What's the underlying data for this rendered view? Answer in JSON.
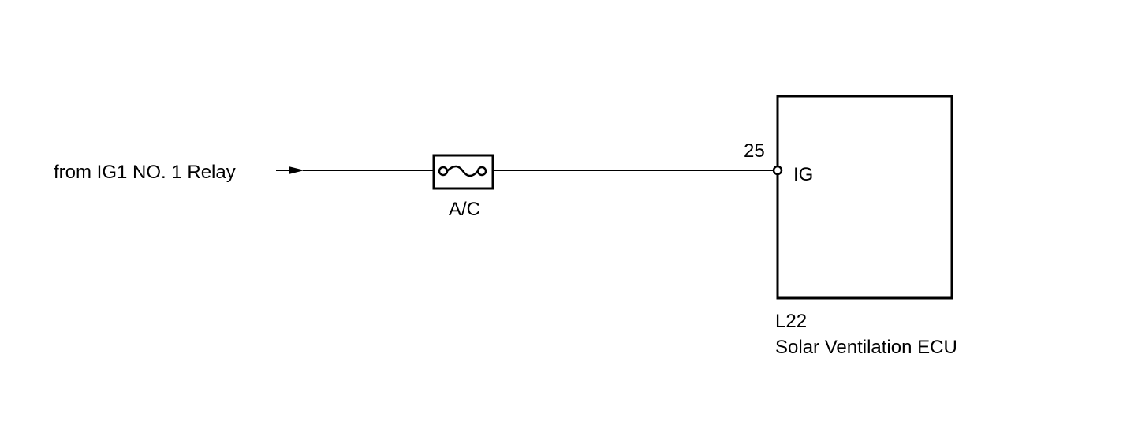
{
  "source": {
    "label": "from IG1 NO. 1 Relay"
  },
  "fuse": {
    "label": "A/C"
  },
  "ecu": {
    "pin_number": "25",
    "pin_label": "IG",
    "connector": "L22",
    "name": "Solar Ventilation ECU"
  },
  "colors": {
    "line": "#000000",
    "background": "#ffffff"
  }
}
